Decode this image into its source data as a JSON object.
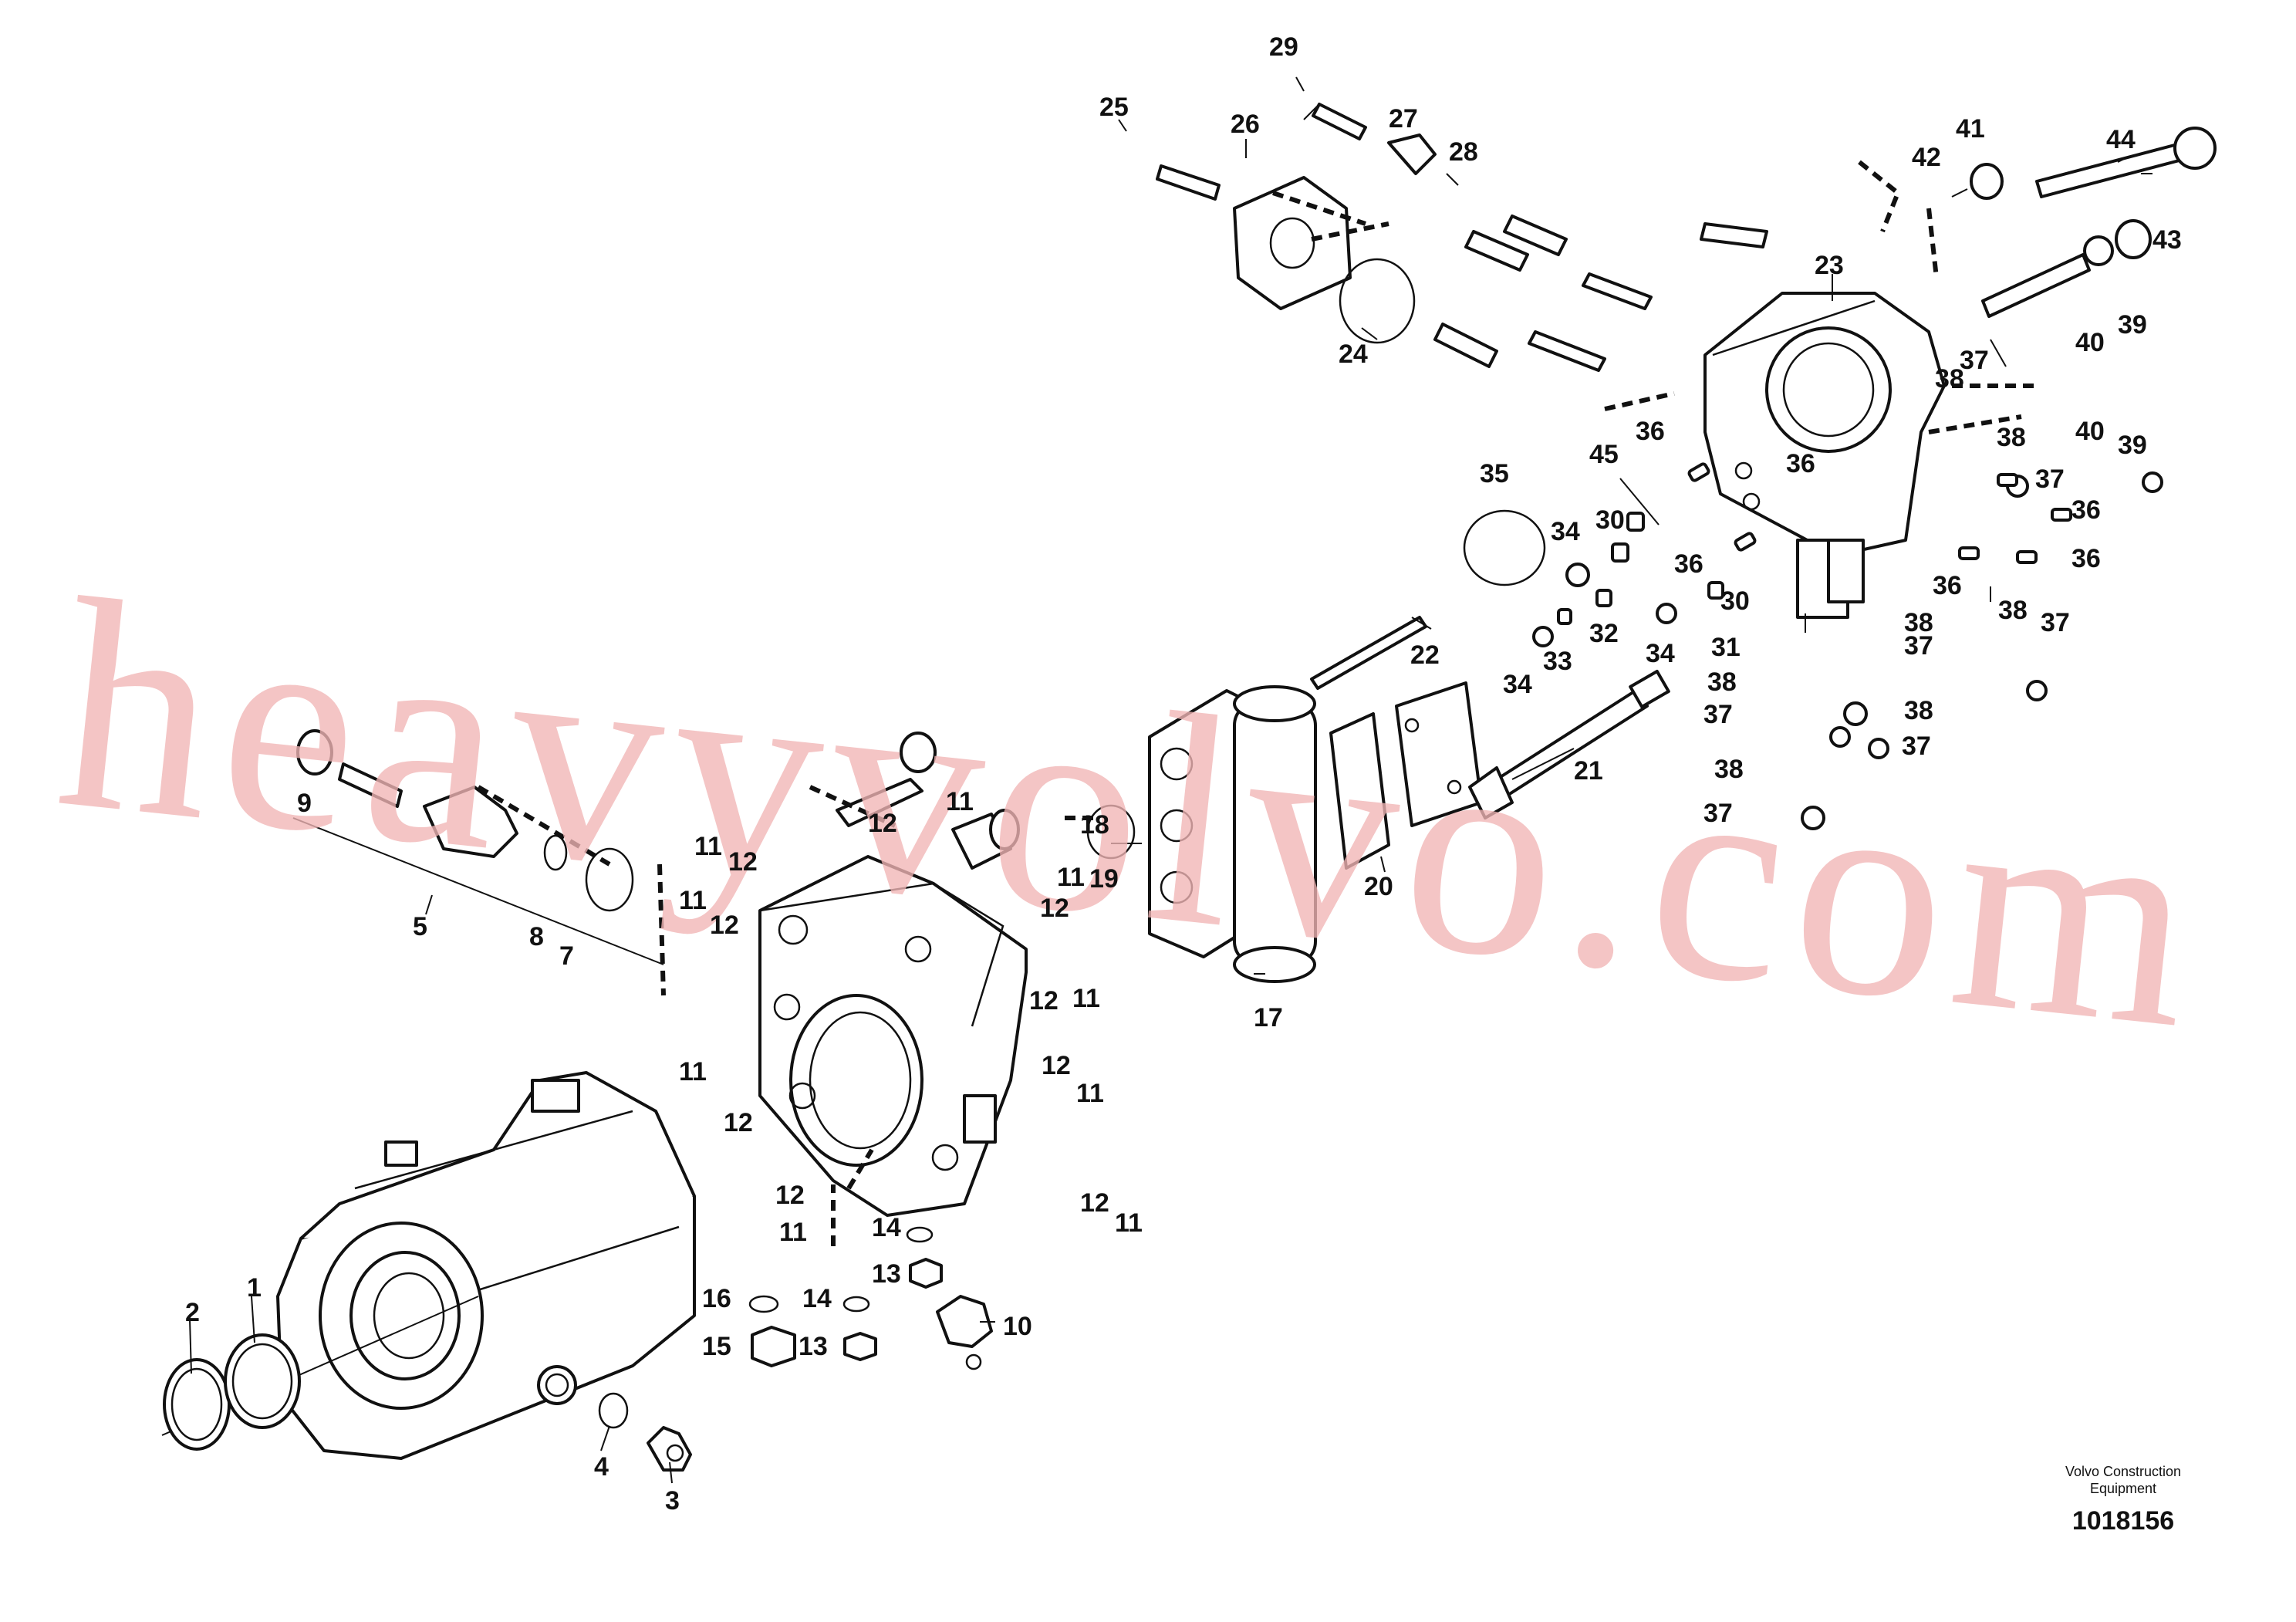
{
  "watermark": "heavyvolvo.com",
  "footer": {
    "brand_line1": "Volvo Construction",
    "brand_line2": "Equipment",
    "doc_number": "1018156"
  },
  "callouts": [
    "1",
    "2",
    "3",
    "4",
    "5",
    "7",
    "8",
    "9",
    "10",
    "11",
    "11",
    "11",
    "11",
    "11",
    "11",
    "11",
    "11",
    "11",
    "12",
    "12",
    "12",
    "12",
    "12",
    "12",
    "12",
    "12",
    "12",
    "13",
    "13",
    "14",
    "14",
    "15",
    "16",
    "17",
    "18",
    "19",
    "20",
    "21",
    "22",
    "23",
    "24",
    "25",
    "26",
    "27",
    "28",
    "29",
    "30",
    "30",
    "31",
    "32",
    "33",
    "34",
    "34",
    "34",
    "35",
    "36",
    "36",
    "36",
    "36",
    "36",
    "36",
    "37",
    "37",
    "37",
    "37",
    "37",
    "37",
    "37",
    "38",
    "38",
    "38",
    "38",
    "38",
    "38",
    "38",
    "39",
    "39",
    "40",
    "40",
    "41",
    "42",
    "43",
    "44",
    "45"
  ]
}
